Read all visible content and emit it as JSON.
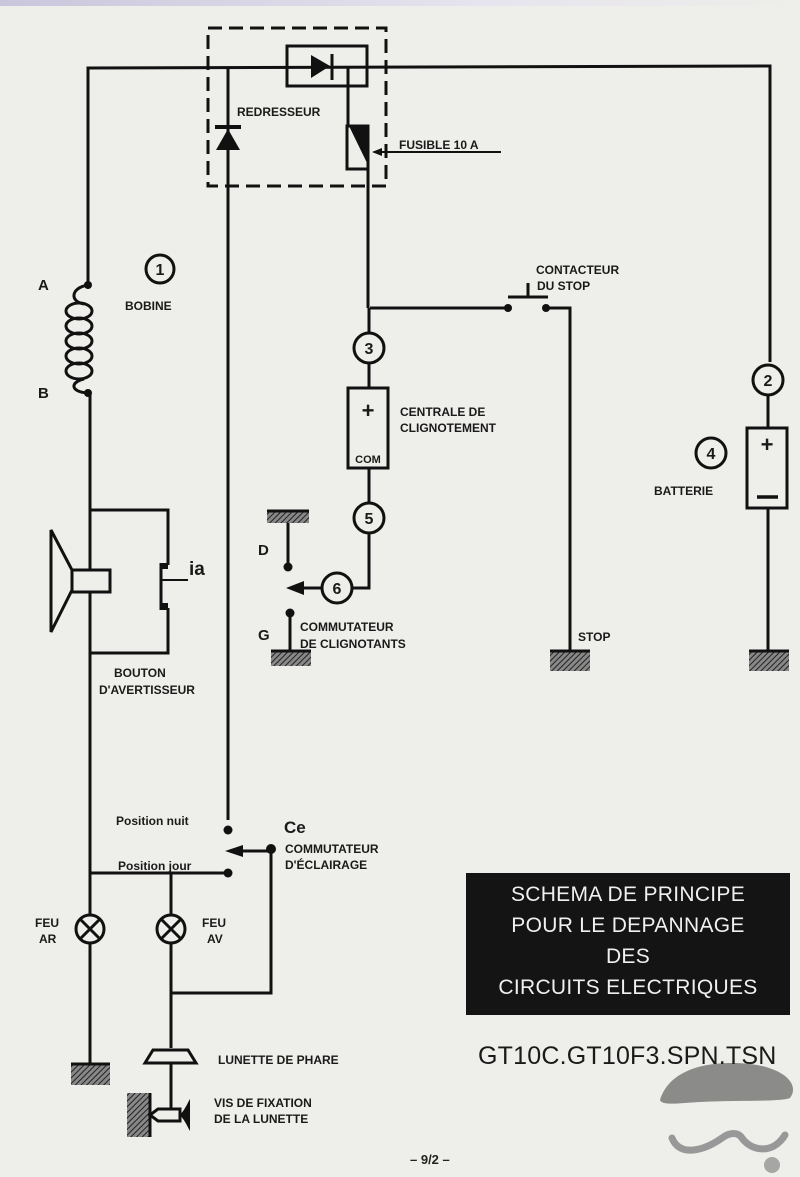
{
  "page": {
    "number": "– 9/2 –"
  },
  "title_box": {
    "lines": [
      "SCHEMA DE PRINCIPE",
      "POUR LE DEPANNAGE",
      "DES",
      "CIRCUITS ELECTRIQUES"
    ]
  },
  "models": "GT10C.GT10F3.SPN.TSN",
  "labels": {
    "redresseur": "REDRESSEUR",
    "fusible": "FUSIBLE 10 A",
    "bobine": "BOBINE",
    "coil_a": "A",
    "coil_b": "B",
    "contacteur_stop_1": "CONTACTEUR",
    "contacteur_stop_2": "DU STOP",
    "centrale_1": "CENTRALE DE",
    "centrale_2": "CLIGNOTEMENT",
    "centrale_plus": "+",
    "centrale_com": "COM",
    "batterie": "BATTERIE",
    "batt_plus": "+",
    "batt_minus": "–",
    "ia": "ia",
    "bouton_1": "BOUTON",
    "bouton_2": "D'AVERTISSEUR",
    "d": "D",
    "g": "G",
    "commut_clign_1": "COMMUTATEUR",
    "commut_clign_2": "DE CLIGNOTANTS",
    "stop": "STOP",
    "position_nuit": "Position nuit",
    "position_jour": "Position jour",
    "ce": "Ce",
    "commut_ecl_1": "COMMUTATEUR",
    "commut_ecl_2": "D'ÉCLAIRAGE",
    "feu_ar_1": "FEU",
    "feu_ar_2": "AR",
    "feu_av_1": "FEU",
    "feu_av_2": "AV",
    "lunette": "LUNETTE   DE PHARE",
    "vis_1": "VIS DE FIXATION",
    "vis_2": "DE LA LUNETTE"
  },
  "markers": [
    "1",
    "2",
    "3",
    "4",
    "5",
    "6"
  ],
  "icons": [
    "diode-icon",
    "fuse-icon",
    "coil-icon",
    "horn-icon",
    "battery-icon",
    "lamp-icon",
    "ground-icon",
    "switch-icon",
    "moustache-logo-icon"
  ]
}
